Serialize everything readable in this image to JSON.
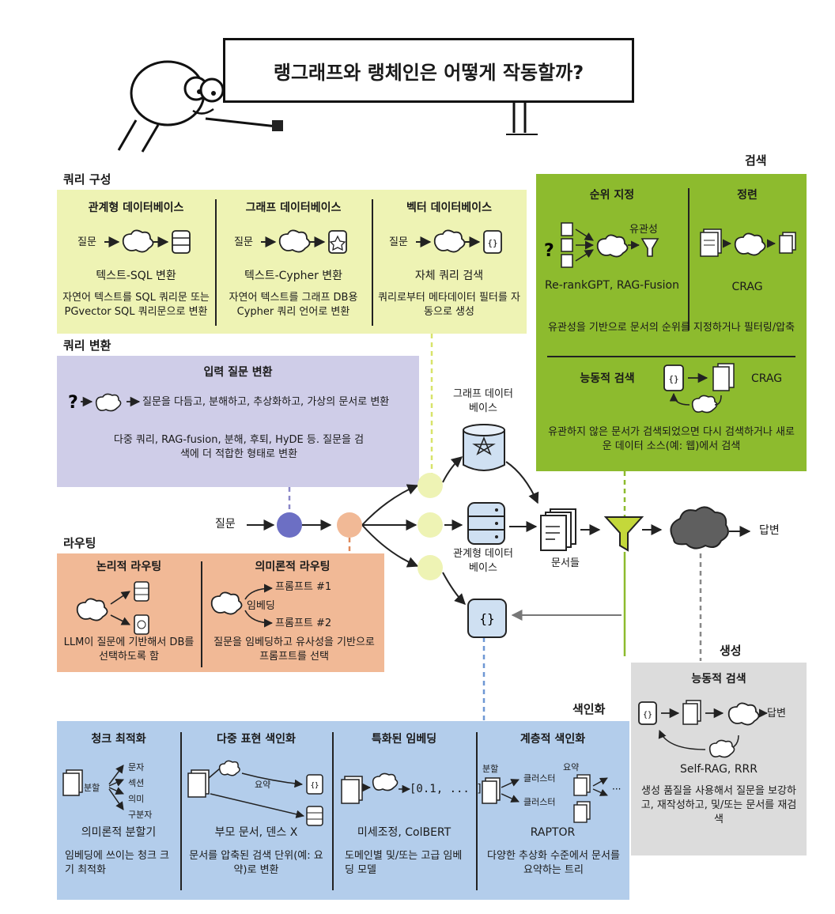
{
  "title": "랭그래프와 랭체인은 어떻게 작동할까?",
  "colors": {
    "query_construction": "#eef3b4",
    "retrieval": "#8dbb2e",
    "query_translation": "#cfcde8",
    "routing": "#f1b996",
    "generation": "#dcdcdc",
    "indexing": "#b3cdeb",
    "node_purple": "#6c6fc4",
    "node_orange": "#f1b996",
    "node_yellow": "#eef3b4"
  },
  "query_construction": {
    "label": "쿼리 구성",
    "relational": {
      "heading": "관계형 데이터베이스",
      "flow_question": "질문",
      "method": "텍스트-SQL 변환",
      "desc": "자연어 텍스트를 SQL 쿼리문 또는 PGvector SQL 쿼리문으로 변환"
    },
    "graph": {
      "heading": "그래프 데이터베이스",
      "flow_question": "질문",
      "method": "텍스트-Cypher 변환",
      "desc": "자연어 텍스트를 그래프 DB용 Cypher 쿼리 언어로 변환"
    },
    "vector": {
      "heading": "벡터 데이터베이스",
      "flow_question": "질문",
      "method": "자체 쿼리 검색",
      "desc": "쿼리로부터 메타데이터 필터를 자동으로 생성"
    }
  },
  "retrieval": {
    "label": "검색",
    "ranking": {
      "heading": "순위 지정",
      "relevance": "유관성",
      "method": "Re-rankGPT, RAG-Fusion"
    },
    "refinement": {
      "heading": "정련",
      "method": "CRAG"
    },
    "ranking_desc": "유관성을 기반으로 문서의 순위를 지정하거나 필터링/압축",
    "active": {
      "heading": "능동적 검색",
      "method": "CRAG",
      "desc": "유관하지 않은 문서가 검색되었으면 다시 검색하거나 새로운 데이터 소스(예: 웹)에서 검색"
    }
  },
  "query_translation": {
    "label": "쿼리 변환",
    "heading": "입력 질문 변환",
    "flow_text": "질문을 다듬고, 분해하고, 추상화하고, 가상의 문서로 변환",
    "desc": "다중 쿼리, RAG-fusion, 분해, 후퇴, HyDE 등. 질문을 검색에 더 적합한 형태로 변환"
  },
  "routing": {
    "label": "라우팅",
    "logical": {
      "heading": "논리적 라우팅",
      "desc": "LLM이 질문에 기반해서 DB를 선택하도록 함"
    },
    "semantic": {
      "heading": "의미론적 라우팅",
      "prompt1": "프롬프트 #1",
      "embedding": "임베딩",
      "prompt2": "프롬프트 #2",
      "desc": "질문을 임베딩하고 유사성을 기반으로 프롬프트를 선택"
    }
  },
  "center": {
    "question": "질문",
    "graph_db": "그래프 데이터 베이스",
    "relational_db": "관계형 데이터 베이스",
    "documents": "문서들",
    "answer": "답변"
  },
  "generation": {
    "label": "생성",
    "heading": "능동적 검색",
    "answer": "답변",
    "method": "Self-RAG, RRR",
    "desc": "생성 품질을 사용해서 질문을 보강하고, 재작성하고, 및/또는 문서를 재검색"
  },
  "indexing": {
    "label": "색인화",
    "chunk": {
      "heading": "청크 최적화",
      "split": "분할",
      "targets": [
        "문자",
        "섹션",
        "의미",
        "구분자"
      ],
      "method": "의미론적 분할기",
      "desc": "임베딩에 쓰이는 청크 크기 최적화"
    },
    "multi": {
      "heading": "다중 표현 색인화",
      "summary": "요약",
      "method": "부모 문서, 덴스 X",
      "desc": "문서를 압축된 검색 단위(예: 요약)로 변환"
    },
    "specialized": {
      "heading": "특화된 임베딩",
      "vector": "[0.1, ... ]",
      "method": "미세조정, ColBERT",
      "desc": "도메인별 및/또는 고급 임베딩 모델"
    },
    "hierarchical": {
      "heading": "계층적 색인화",
      "split": "분할",
      "cluster1": "클러스터",
      "cluster2": "클러스터",
      "summary": "요약",
      "method": "RAPTOR",
      "desc": "다양한 추상화 수준에서 문서를 요약하는 트리"
    }
  }
}
